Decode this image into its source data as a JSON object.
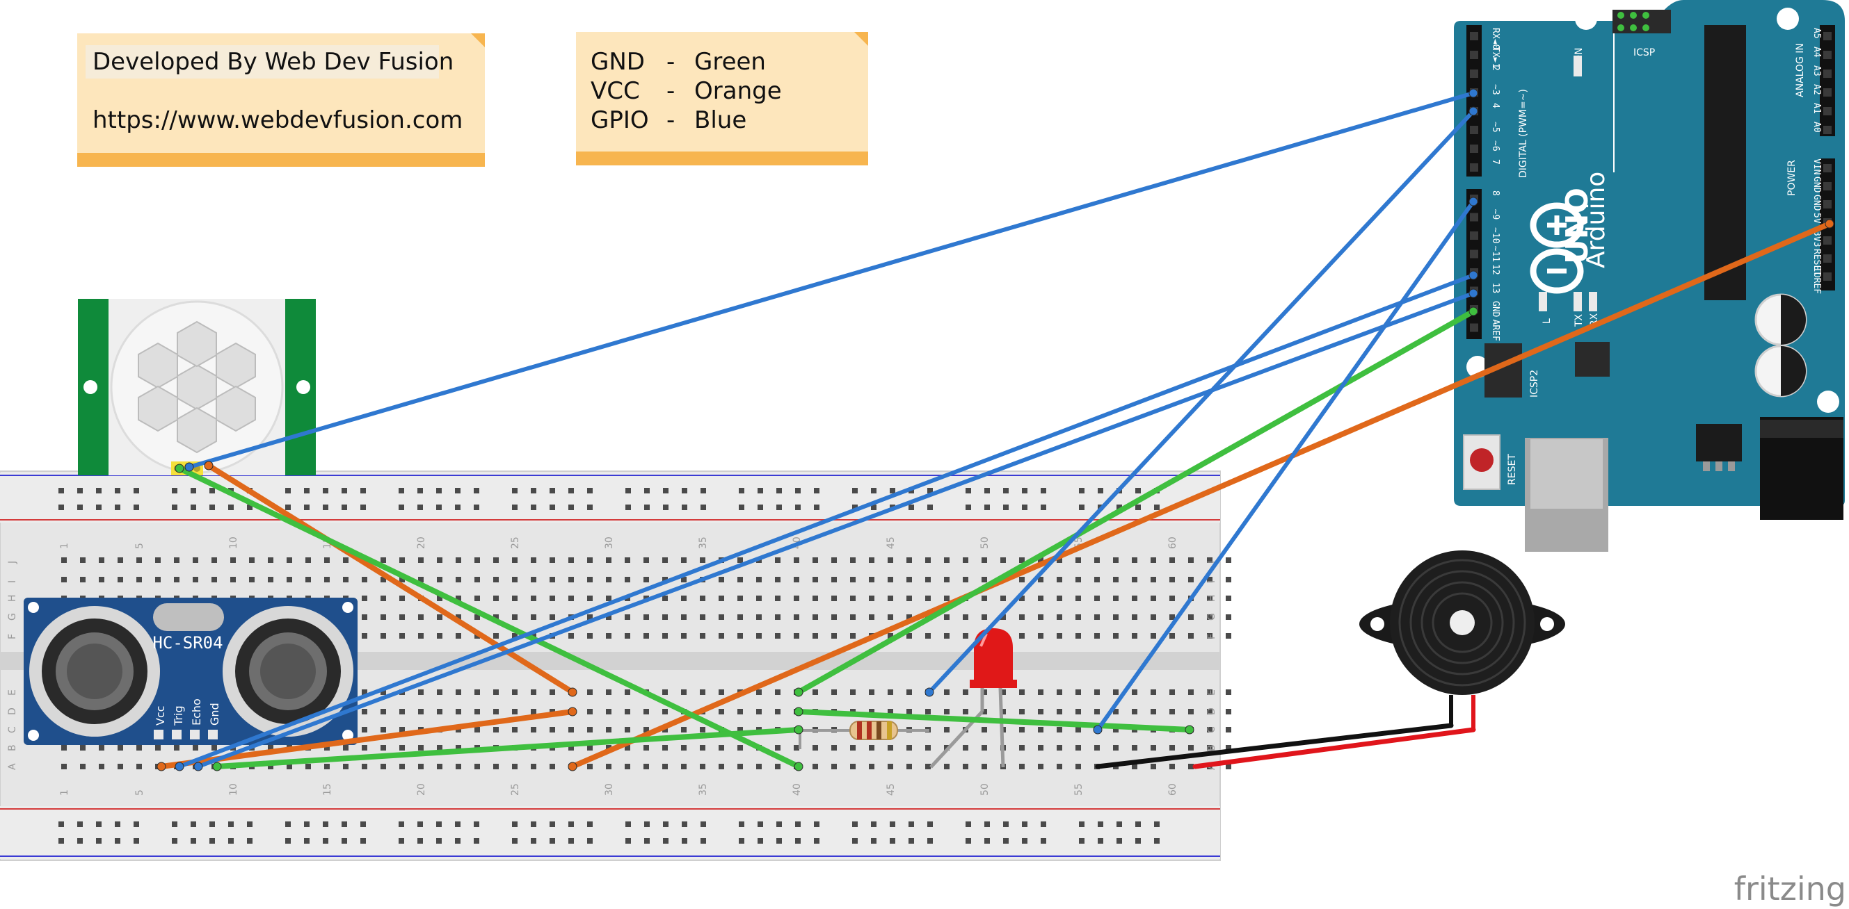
{
  "notes": {
    "credit": {
      "line1": "Developed By Web Dev Fusion",
      "line2": "https://www.webdevfusion.com"
    },
    "legend": {
      "rows": [
        {
          "signal": "GND",
          "dash": "-",
          "color": "Green"
        },
        {
          "signal": "VCC",
          "dash": "-",
          "color": "Orange"
        },
        {
          "signal": "GPIO",
          "dash": "-",
          "color": "Blue"
        }
      ]
    }
  },
  "colors": {
    "gnd_wire": "#3fbf3f",
    "vcc_wire": "#e0681a",
    "gpio_wire": "#2f78d0",
    "note_bg": "#fde6bc",
    "note_band": "#f7b54f",
    "arduino_board": "#1f7a96",
    "hcsr04_board": "#1f4f8c",
    "pir_board": "#0f8a3a"
  },
  "ultrasonic": {
    "model": "HC-SR04",
    "pins": [
      "Vcc",
      "Trig",
      "Echo",
      "Gnd"
    ]
  },
  "arduino": {
    "brand": "Arduino",
    "model": "UNO",
    "labels": {
      "digital": "DIGITAL (PWM=~)",
      "analog": "ANALOG IN",
      "power": "POWER",
      "icsp": "ICSP",
      "icsp2": "ICSP2",
      "reset": "RESET",
      "on": "ON",
      "led_l": "L",
      "led_tx": "TX",
      "led_rx": "RX",
      "aref": "AREF",
      "gnd": "GND"
    },
    "digital_pins_top": [
      "RX◄0",
      "TX►1",
      "2",
      "~3",
      "4",
      "~5",
      "~6",
      "7"
    ],
    "digital_pins_bottom": [
      "8",
      "~9",
      "~10",
      "~11",
      "12",
      "13",
      "GND",
      "AREF"
    ],
    "analog_pins": [
      "A5",
      "A4",
      "A3",
      "A2",
      "A1",
      "A0"
    ],
    "power_pins": [
      "VIN",
      "GND",
      "GND",
      "5V",
      "3V3",
      "RESET",
      "IOREF"
    ]
  },
  "breadboard": {
    "column_numbers": [
      "1",
      "5",
      "10",
      "15",
      "20",
      "25",
      "30",
      "35",
      "40",
      "45",
      "50",
      "55",
      "60"
    ],
    "row_letters_top": [
      "J",
      "I",
      "H",
      "G",
      "F"
    ],
    "row_letters_bottom": [
      "E",
      "D",
      "C",
      "B",
      "A"
    ]
  },
  "watermark": "fritzing"
}
